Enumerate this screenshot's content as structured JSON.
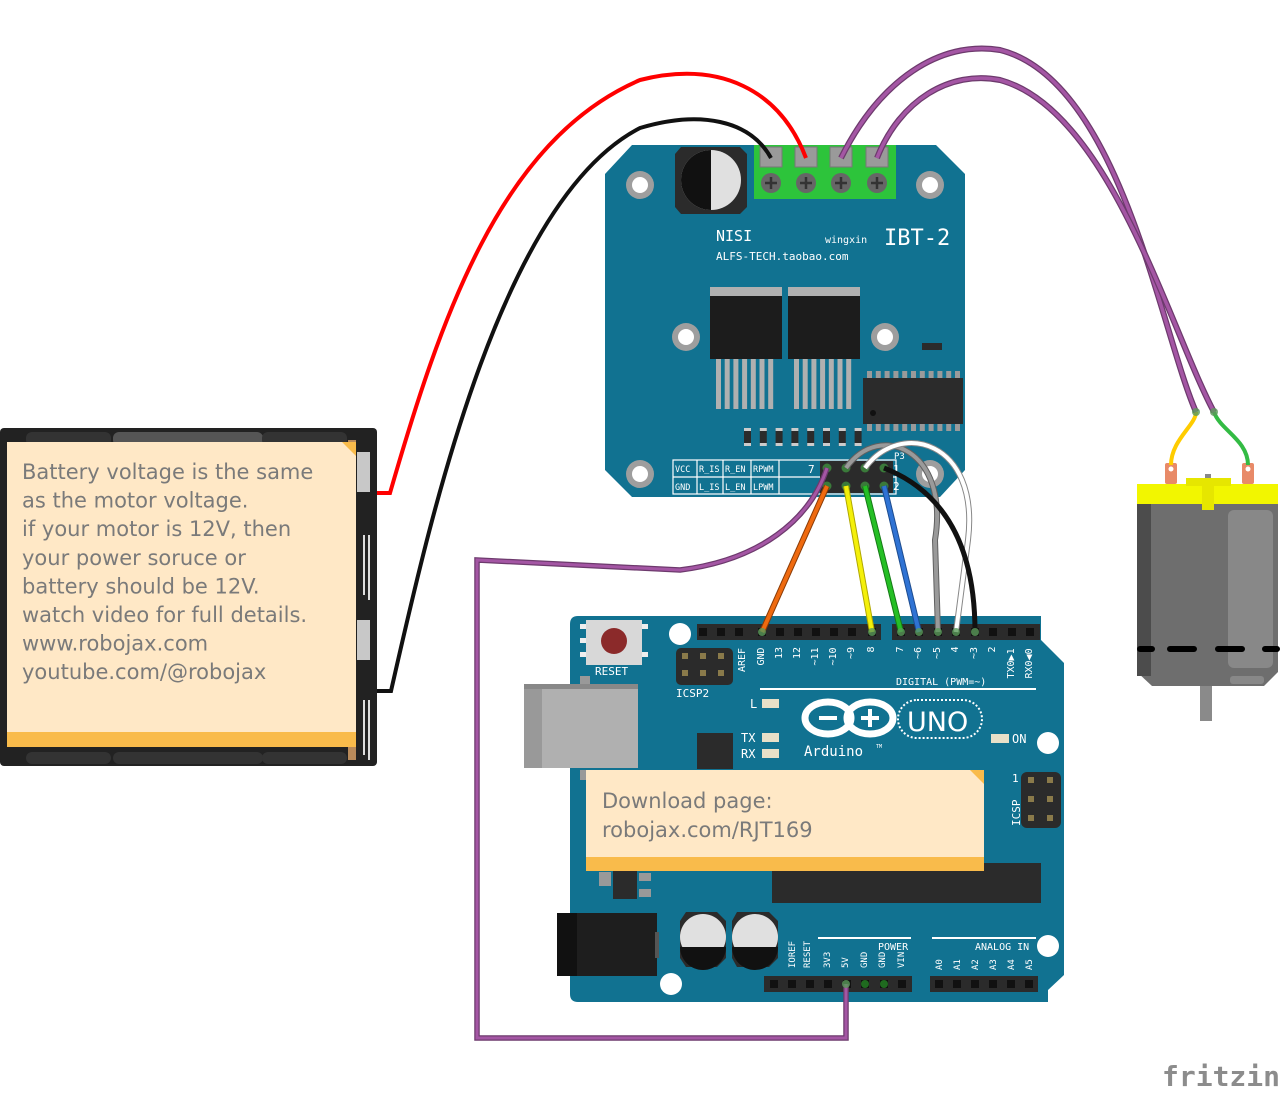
{
  "app": {
    "watermark": "fritzing"
  },
  "colors": {
    "pcb": "#117291",
    "note_bg": "#ffe8c6",
    "note_bar": "#f9bb4b",
    "terminal_green": "#2dc43b",
    "wire_red": "#ff0000",
    "wire_black": "#111111",
    "wire_purple": "#9b4f9c",
    "wire_orange": "#ef6a0f",
    "wire_yellow": "#f4f00a",
    "wire_green": "#25bf25",
    "wire_blue": "#2f73d4",
    "wire_gray": "#909090",
    "wire_white": "#ffffff",
    "motor_body": "#6e6e6e",
    "motor_cap": "#f2f600"
  },
  "battery_note": {
    "lines": [
      "Battery voltage is the same",
      "as the motor voltage.",
      "if your motor is 12V, then",
      "your power soruce or",
      "battery should be 12V.",
      "watch video for full details.",
      "www.robojax.com",
      "youtube.com/@robojax"
    ]
  },
  "download_note": {
    "lines": [
      "Download page:",
      "robojax.com/RJT169"
    ]
  },
  "driver": {
    "brand": "NISI",
    "maker": "wingxin",
    "model": "IBT-2",
    "url": "ALFS-TECH.taobao.com",
    "header_label": "P3",
    "pin_row1": [
      "VCC",
      "R_IS",
      "R_EN",
      "RPWM"
    ],
    "pin_row2": [
      "GND",
      "L_IS",
      "L_EN",
      "LPWM"
    ],
    "pin_num_7": "7",
    "pin_num_1": "1",
    "pin_num_2": "2"
  },
  "arduino": {
    "reset_label": "RESET",
    "icsp2_label": "ICSP2",
    "icsp_label": "ICSP",
    "icsp_pin1": "1",
    "digital_label": "DIGITAL (PWM=~)",
    "digital_pins": [
      "AREF",
      "GND",
      "13",
      "12",
      "~11",
      "~10",
      "~9",
      "8",
      "7",
      "~6",
      "~5",
      "4",
      "~3",
      "2",
      "TX0▶1",
      "RX0◀0"
    ],
    "led_l": "L",
    "led_tx": "TX",
    "led_rx": "RX",
    "led_on": "ON",
    "logo_text": "Arduino",
    "logo_tm": "TM",
    "model": "UNO",
    "power_label": "POWER",
    "power_pins": [
      "IOREF",
      "RESET",
      "3V3",
      "5V",
      "GND",
      "GND",
      "VIN"
    ],
    "analog_label": "ANALOG IN",
    "analog_pins": [
      "A0",
      "A1",
      "A2",
      "A3",
      "A4",
      "A5"
    ]
  },
  "connections": [
    {
      "from": "battery +",
      "to": "IBT-2 B+",
      "color": "red"
    },
    {
      "from": "battery -",
      "to": "IBT-2 B-",
      "color": "black"
    },
    {
      "from": "IBT-2 M+",
      "to": "motor terminal 1",
      "color": "purple"
    },
    {
      "from": "IBT-2 M-",
      "to": "motor terminal 2",
      "color": "purple"
    },
    {
      "from": "IBT-2 VCC",
      "to": "Arduino 5V",
      "color": "purple"
    },
    {
      "from": "IBT-2 GND",
      "to": "Arduino GND",
      "color": "orange"
    },
    {
      "from": "IBT-2 L_IS",
      "to": "Arduino 8",
      "color": "yellow"
    },
    {
      "from": "IBT-2 L_EN",
      "to": "Arduino 7",
      "color": "green"
    },
    {
      "from": "IBT-2 LPWM",
      "to": "Arduino ~6",
      "color": "blue"
    },
    {
      "from": "IBT-2 R_IS",
      "to": "Arduino ~5",
      "color": "gray"
    },
    {
      "from": "IBT-2 R_EN",
      "to": "Arduino 4",
      "color": "white"
    },
    {
      "from": "IBT-2 RPWM",
      "to": "Arduino ~3",
      "color": "black"
    }
  ]
}
